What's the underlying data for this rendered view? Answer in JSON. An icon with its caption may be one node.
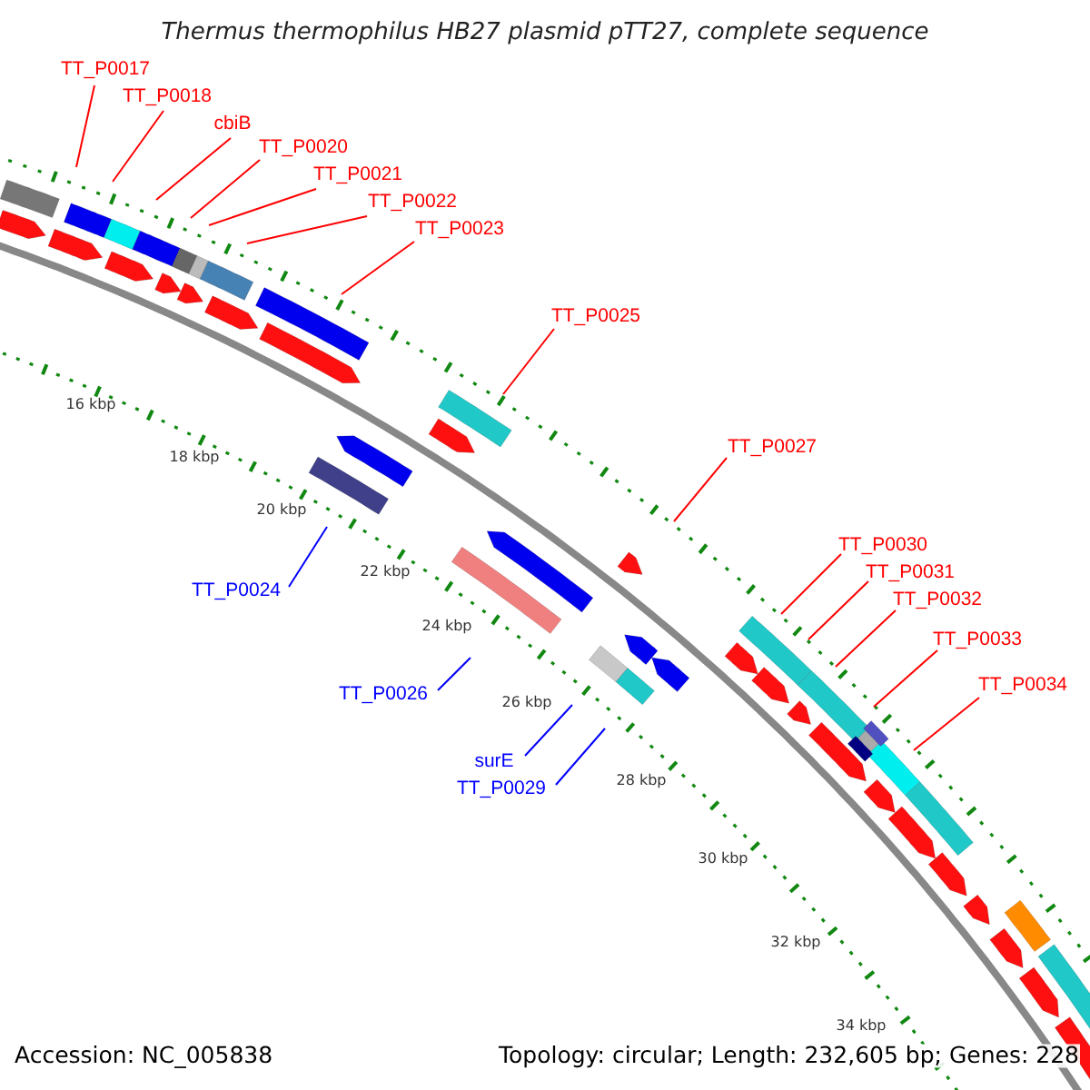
{
  "diagram": {
    "title": "Thermus thermophilus HB27 plasmid pTT27, complete sequence",
    "nodes": [
      {
        "text": [
          "TT_P0017"
        ]
      },
      {
        "text": [
          "TT_P0018"
        ]
      },
      {
        "text": [
          "cbiB"
        ]
      },
      {
        "text": [
          "TT_P0020"
        ]
      },
      {
        "text": [
          "TT_P0021"
        ]
      },
      {
        "text": [
          "TT_P0022"
        ]
      },
      {
        "text": [
          "TT_P0023"
        ]
      },
      {
        "text": [
          "TT_P0025"
        ]
      },
      {
        "text": [
          "TT_P0027"
        ]
      },
      {
        "text": [
          "TT_P0030"
        ]
      },
      {
        "text": [
          "TT_P0031"
        ]
      },
      {
        "text": [
          "TT_P0032"
        ]
      },
      {
        "text": [
          "TT_P0033"
        ]
      },
      {
        "text": [
          "TT_P0034"
        ]
      },
      {
        "text": [
          "TT_P0024"
        ]
      },
      {
        "text": [
          "TT_P0026"
        ]
      },
      {
        "text": [
          "surE"
        ]
      },
      {
        "text": [
          "TT_P0029"
        ]
      }
    ],
    "edges": [
      {
        "from": 0,
        "to": null,
        "arrow": "none"
      },
      {
        "from": 1,
        "to": null,
        "arrow": "none"
      },
      {
        "from": 2,
        "to": null,
        "arrow": "none"
      },
      {
        "from": 3,
        "to": null,
        "arrow": "none"
      },
      {
        "from": 4,
        "to": null,
        "arrow": "none"
      },
      {
        "from": 5,
        "to": null,
        "arrow": "none"
      },
      {
        "from": 6,
        "to": null,
        "arrow": "none"
      },
      {
        "from": 7,
        "to": null,
        "arrow": "none"
      },
      {
        "from": 8,
        "to": null,
        "arrow": "none"
      },
      {
        "from": 9,
        "to": null,
        "arrow": "none"
      },
      {
        "from": 10,
        "to": null,
        "arrow": "none"
      },
      {
        "from": 11,
        "to": null,
        "arrow": "none"
      },
      {
        "from": 12,
        "to": null,
        "arrow": "none"
      },
      {
        "from": 13,
        "to": null,
        "arrow": "none"
      },
      {
        "from": 14,
        "to": null,
        "arrow": "none",
        "color": "#0000ff"
      },
      {
        "from": 15,
        "to": null,
        "arrow": "none",
        "color": "#0000ff"
      },
      {
        "from": 16,
        "to": null,
        "arrow": "none",
        "color": "#0000ff"
      },
      {
        "from": 17,
        "to": null,
        "arrow": "none",
        "color": "#0000ff"
      }
    ],
    "labels": [
      "16 kbp",
      "18 kbp",
      "20 kbp",
      "22 kbp",
      "24 kbp",
      "26 kbp",
      "28 kbp",
      "30 kbp",
      "32 kbp",
      "34 kbp",
      "Accession: NC_005838",
      "Topology: circular; Length: 232,605 bp; Genes: 228"
    ]
  }
}
